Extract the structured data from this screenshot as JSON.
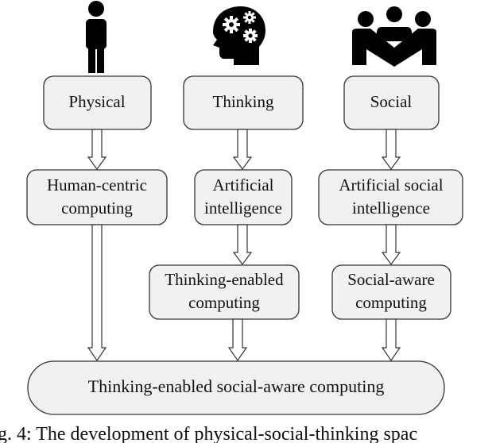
{
  "nodes": {
    "physical": "Physical",
    "thinking": "Thinking",
    "social": "Social",
    "human_centric_1": "Human-centric",
    "human_centric_2": "computing",
    "ai_1": "Artificial",
    "ai_2": "intelligence",
    "asi_1": "Artificial social",
    "asi_2": "intelligence",
    "tec_1": "Thinking-enabled",
    "tec_2": "computing",
    "sac_1": "Social-aware",
    "sac_2": "computing",
    "final": "Thinking-enabled social-aware computing"
  },
  "icons": {
    "physical": "person-icon",
    "thinking": "head-gears-icon",
    "social": "group-icon"
  },
  "caption": "g. 4: The development of physical-social-thinking spac"
}
